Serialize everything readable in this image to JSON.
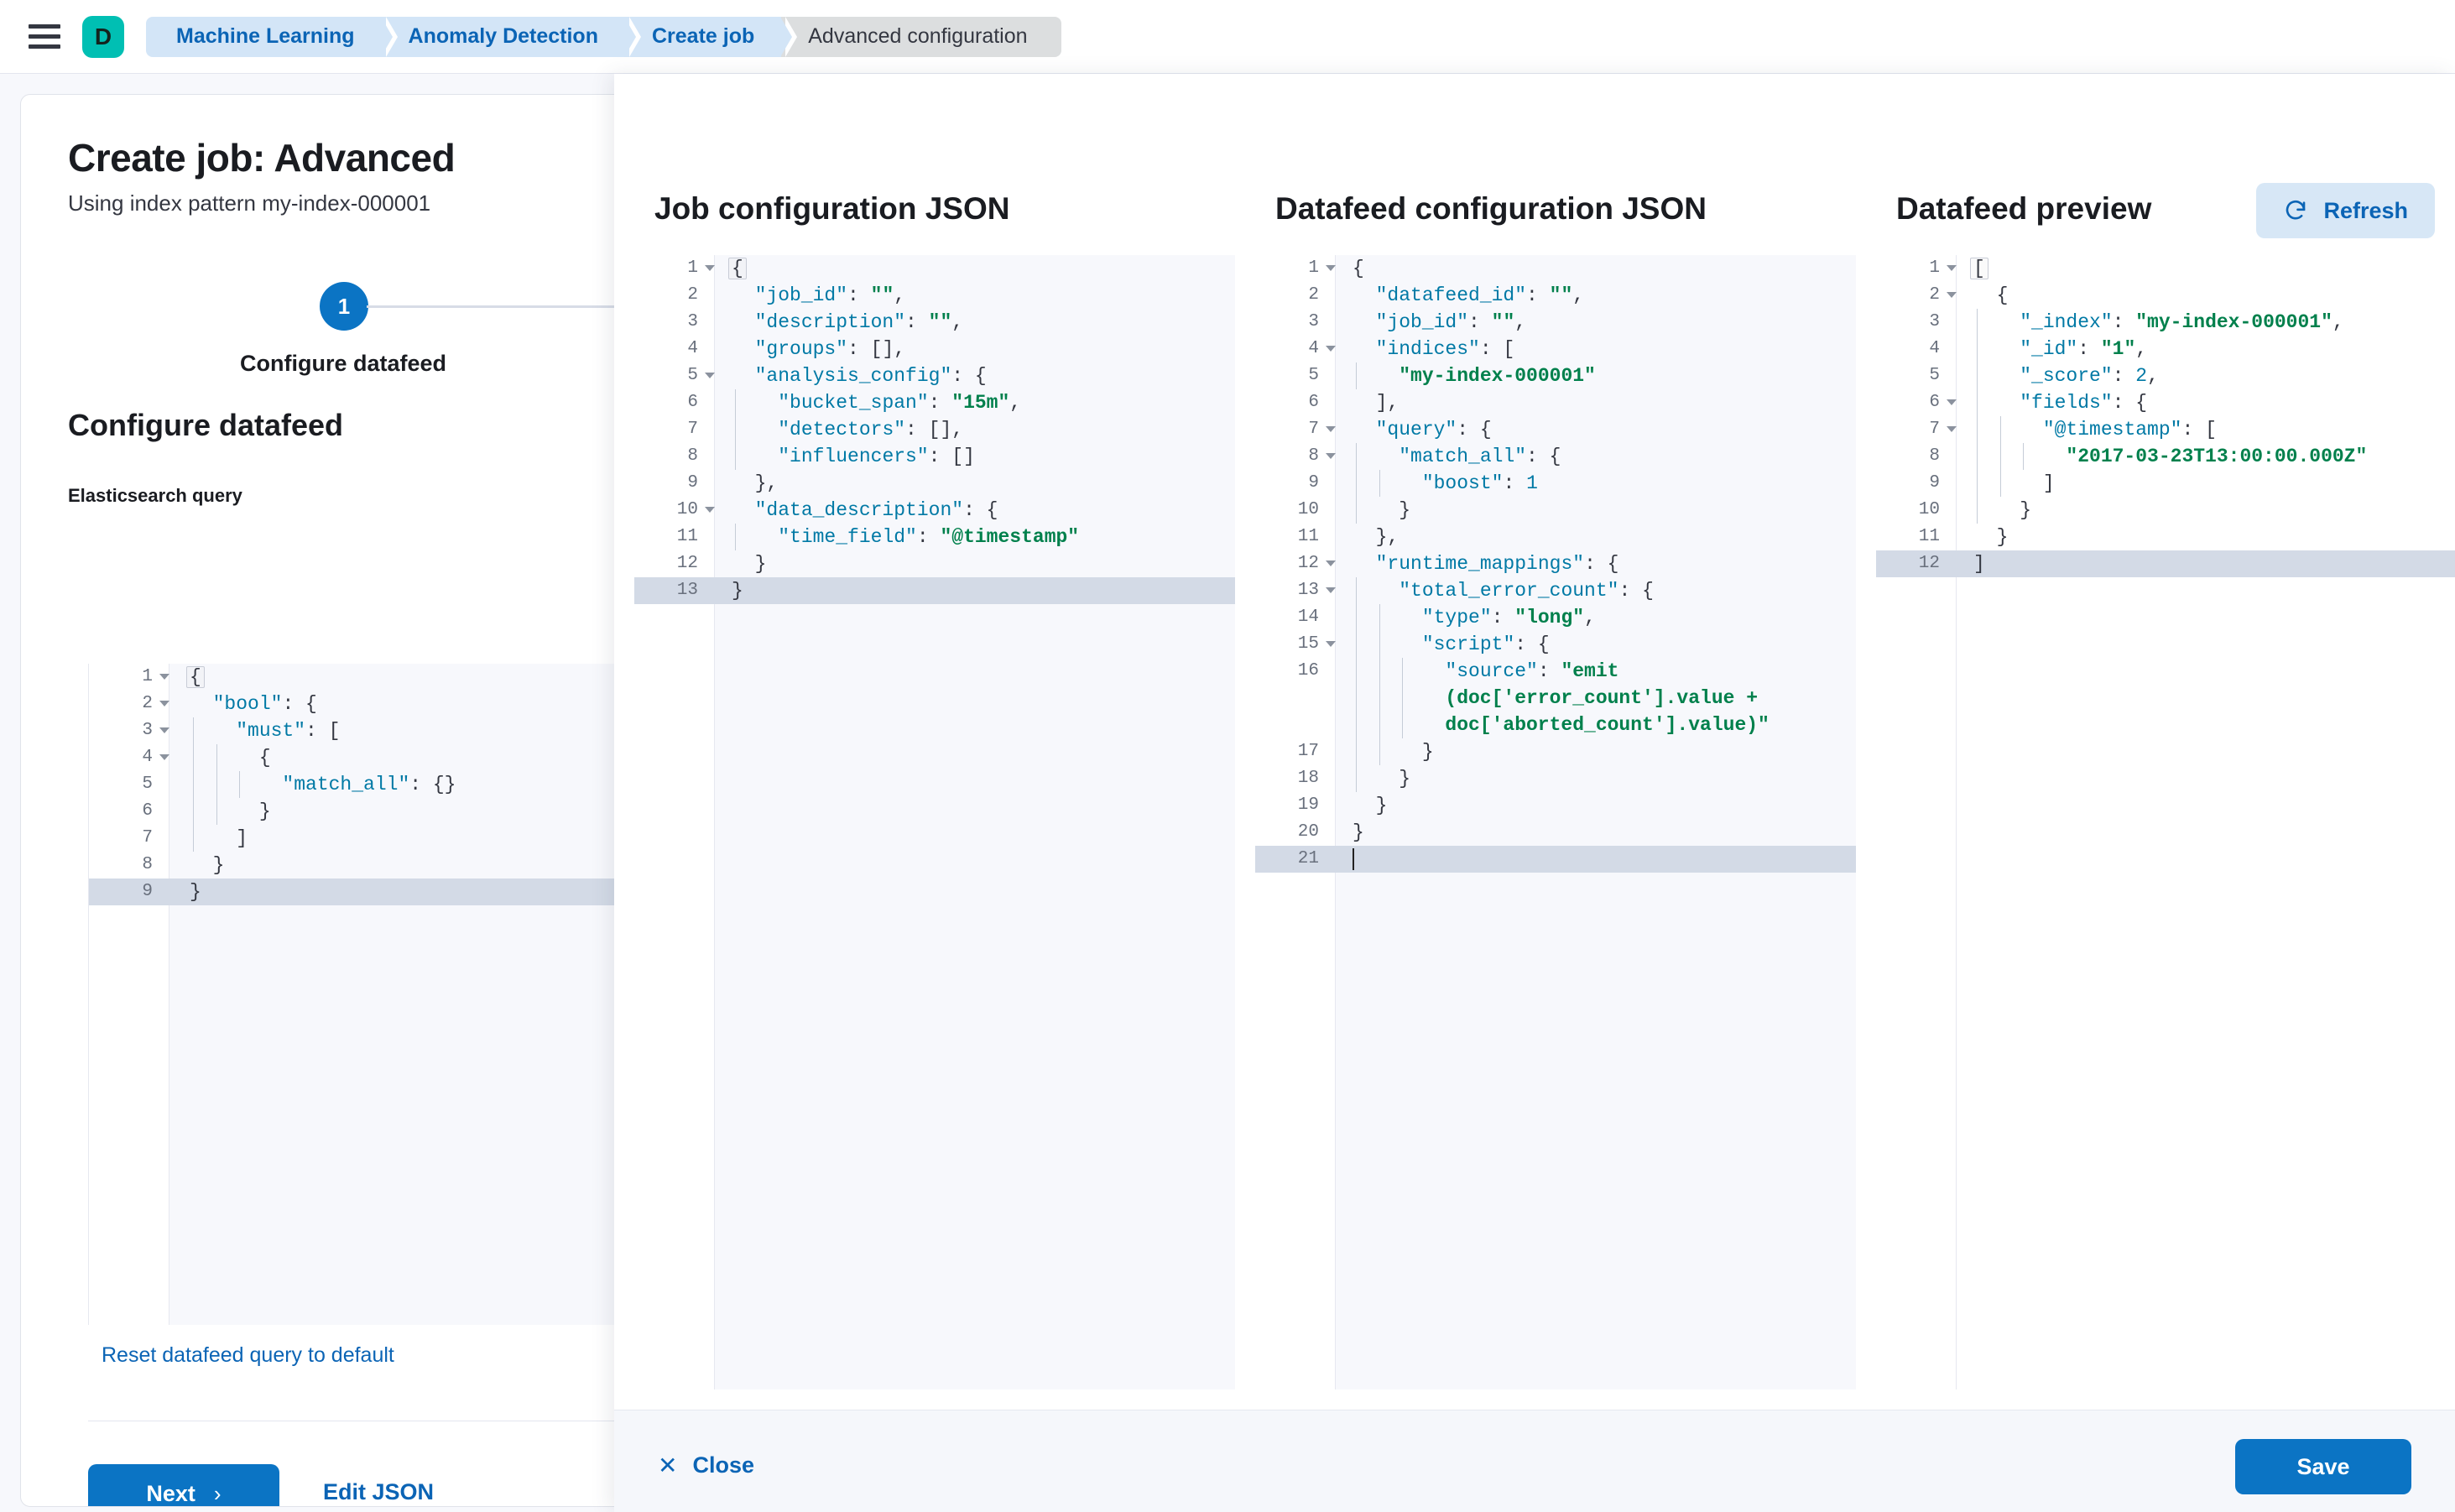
{
  "topbar": {
    "menu_icon": "hamburger-icon",
    "logo_letter": "D",
    "breadcrumbs": [
      {
        "label": "Machine Learning",
        "current": false
      },
      {
        "label": "Anomaly Detection",
        "current": false
      },
      {
        "label": "Create job",
        "current": false
      },
      {
        "label": "Advanced configuration",
        "current": true
      }
    ]
  },
  "page": {
    "title": "Create job: Advanced",
    "subtitle": "Using index pattern my-index-000001",
    "step_number": "1",
    "step_label": "Configure datafeed",
    "section_title": "Configure datafeed",
    "query_field_label": "Elasticsearch query",
    "reset_link": "Reset datafeed query to default",
    "next_label": "Next",
    "next_chevron": "›",
    "edit_json_label": "Edit JSON"
  },
  "flyout": {
    "close_label": "Close",
    "close_icon": "close-icon",
    "save_label": "Save",
    "refresh_label": "Refresh",
    "refresh_icon": "refresh-icon",
    "columns": [
      {
        "title": "Job configuration JSON"
      },
      {
        "title": "Datafeed configuration JSON"
      },
      {
        "title": "Datafeed preview"
      }
    ]
  },
  "editors": {
    "es_query": {
      "active_line": 9,
      "lines": [
        {
          "n": 1,
          "fold": true,
          "guides": 0,
          "html": "<span class=\"p\">{</span>",
          "firstbrace": true
        },
        {
          "n": 2,
          "fold": true,
          "guides": 0,
          "html": "  <span class=\"k\">\"bool\"</span><span class=\"p\">: {</span>"
        },
        {
          "n": 3,
          "fold": true,
          "guides": 1,
          "html": "    <span class=\"k\">\"must\"</span><span class=\"p\">: [</span>"
        },
        {
          "n": 4,
          "fold": true,
          "guides": 2,
          "html": "      <span class=\"p\">{</span>"
        },
        {
          "n": 5,
          "fold": false,
          "guides": 3,
          "html": "        <span class=\"k\">\"match_all\"</span><span class=\"p\">: {}</span>"
        },
        {
          "n": 6,
          "fold": false,
          "guides": 2,
          "html": "      <span class=\"p\">}</span>"
        },
        {
          "n": 7,
          "fold": false,
          "guides": 1,
          "html": "    <span class=\"p\">]</span>"
        },
        {
          "n": 8,
          "fold": false,
          "guides": 0,
          "html": "  <span class=\"p\">}</span>"
        },
        {
          "n": 9,
          "fold": false,
          "guides": 0,
          "html": "<span class=\"p\">}</span>"
        }
      ]
    },
    "job_config": {
      "active_line": 13,
      "lines": [
        {
          "n": 1,
          "fold": true,
          "guides": 0,
          "html": "<span class=\"p\">{</span>",
          "firstbrace": true
        },
        {
          "n": 2,
          "fold": false,
          "guides": 0,
          "html": "  <span class=\"k\">\"job_id\"</span><span class=\"p\">: </span><span class=\"s\">\"\"</span><span class=\"p\">,</span>"
        },
        {
          "n": 3,
          "fold": false,
          "guides": 0,
          "html": "  <span class=\"k\">\"description\"</span><span class=\"p\">: </span><span class=\"s\">\"\"</span><span class=\"p\">,</span>"
        },
        {
          "n": 4,
          "fold": false,
          "guides": 0,
          "html": "  <span class=\"k\">\"groups\"</span><span class=\"p\">: [],</span>"
        },
        {
          "n": 5,
          "fold": true,
          "guides": 0,
          "html": "  <span class=\"k\">\"analysis_config\"</span><span class=\"p\">: {</span>"
        },
        {
          "n": 6,
          "fold": false,
          "guides": 1,
          "html": "    <span class=\"k\">\"bucket_span\"</span><span class=\"p\">: </span><span class=\"s\">\"15m\"</span><span class=\"p\">,</span>"
        },
        {
          "n": 7,
          "fold": false,
          "guides": 1,
          "html": "    <span class=\"k\">\"detectors\"</span><span class=\"p\">: [],</span>"
        },
        {
          "n": 8,
          "fold": false,
          "guides": 1,
          "html": "    <span class=\"k\">\"influencers\"</span><span class=\"p\">: []</span>"
        },
        {
          "n": 9,
          "fold": false,
          "guides": 0,
          "html": "  <span class=\"p\">},</span>"
        },
        {
          "n": 10,
          "fold": true,
          "guides": 0,
          "html": "  <span class=\"k\">\"data_description\"</span><span class=\"p\">: {</span>"
        },
        {
          "n": 11,
          "fold": false,
          "guides": 1,
          "html": "    <span class=\"k\">\"time_field\"</span><span class=\"p\">: </span><span class=\"s\">\"@timestamp\"</span>"
        },
        {
          "n": 12,
          "fold": false,
          "guides": 0,
          "html": "  <span class=\"p\">}</span>"
        },
        {
          "n": 13,
          "fold": false,
          "guides": 0,
          "html": "<span class=\"p\">}</span>"
        }
      ]
    },
    "datafeed_config": {
      "active_line": 21,
      "lines": [
        {
          "n": 1,
          "fold": true,
          "guides": 0,
          "html": "<span class=\"p\">{</span>"
        },
        {
          "n": 2,
          "fold": false,
          "guides": 0,
          "html": "  <span class=\"k\">\"datafeed_id\"</span><span class=\"p\">: </span><span class=\"s\">\"\"</span><span class=\"p\">,</span>"
        },
        {
          "n": 3,
          "fold": false,
          "guides": 0,
          "html": "  <span class=\"k\">\"job_id\"</span><span class=\"p\">: </span><span class=\"s\">\"\"</span><span class=\"p\">,</span>"
        },
        {
          "n": 4,
          "fold": true,
          "guides": 0,
          "html": "  <span class=\"k\">\"indices\"</span><span class=\"p\">: [</span>"
        },
        {
          "n": 5,
          "fold": false,
          "guides": 1,
          "html": "    <span class=\"s\">\"my-index-000001\"</span>"
        },
        {
          "n": 6,
          "fold": false,
          "guides": 0,
          "html": "  <span class=\"p\">],</span>"
        },
        {
          "n": 7,
          "fold": true,
          "guides": 0,
          "html": "  <span class=\"k\">\"query\"</span><span class=\"p\">: {</span>"
        },
        {
          "n": 8,
          "fold": true,
          "guides": 1,
          "html": "    <span class=\"k\">\"match_all\"</span><span class=\"p\">: {</span>"
        },
        {
          "n": 9,
          "fold": false,
          "guides": 2,
          "html": "      <span class=\"k\">\"boost\"</span><span class=\"p\">: </span><span class=\"n\">1</span>"
        },
        {
          "n": 10,
          "fold": false,
          "guides": 1,
          "html": "    <span class=\"p\">}</span>"
        },
        {
          "n": 11,
          "fold": false,
          "guides": 0,
          "html": "  <span class=\"p\">},</span>"
        },
        {
          "n": 12,
          "fold": true,
          "guides": 0,
          "html": "  <span class=\"k\">\"runtime_mappings\"</span><span class=\"p\">: {</span>"
        },
        {
          "n": 13,
          "fold": true,
          "guides": 1,
          "html": "    <span class=\"k\">\"total_error_count\"</span><span class=\"p\">: {</span>"
        },
        {
          "n": 14,
          "fold": false,
          "guides": 2,
          "html": "      <span class=\"k\">\"type\"</span><span class=\"p\">: </span><span class=\"s\">\"long\"</span><span class=\"p\">,</span>"
        },
        {
          "n": 15,
          "fold": true,
          "guides": 2,
          "html": "      <span class=\"k\">\"script\"</span><span class=\"p\">: {</span>"
        },
        {
          "n": 16,
          "fold": false,
          "guides": 3,
          "wrap": true,
          "html": "        <span class=\"k\">\"source\"</span><span class=\"p\">: </span><span class=\"s\">\"emit</span>",
          "cont": [
            "<span class=\"s\">(doc['error_count'].value +</span>",
            "<span class=\"s\">doc['aborted_count'].value)\"</span>"
          ]
        },
        {
          "n": 17,
          "fold": false,
          "guides": 2,
          "html": "      <span class=\"p\">}</span>"
        },
        {
          "n": 18,
          "fold": false,
          "guides": 1,
          "html": "    <span class=\"p\">}</span>"
        },
        {
          "n": 19,
          "fold": false,
          "guides": 0,
          "html": "  <span class=\"p\">}</span>"
        },
        {
          "n": 20,
          "fold": false,
          "guides": 0,
          "html": "<span class=\"p\">}</span>"
        },
        {
          "n": 21,
          "fold": false,
          "guides": 0,
          "html": "",
          "caret": true
        }
      ]
    },
    "datafeed_preview": {
      "active_line": 12,
      "lines": [
        {
          "n": 1,
          "fold": true,
          "guides": 0,
          "html": "<span class=\"p\">[</span>",
          "firstbrace": true
        },
        {
          "n": 2,
          "fold": true,
          "guides": 0,
          "html": "  <span class=\"p\">{</span>"
        },
        {
          "n": 3,
          "fold": false,
          "guides": 1,
          "html": "    <span class=\"k\">\"_index\"</span><span class=\"p\">: </span><span class=\"s\">\"my-index-000001\"</span><span class=\"p\">,</span>"
        },
        {
          "n": 4,
          "fold": false,
          "guides": 1,
          "html": "    <span class=\"k\">\"_id\"</span><span class=\"p\">: </span><span class=\"s\">\"1\"</span><span class=\"p\">,</span>"
        },
        {
          "n": 5,
          "fold": false,
          "guides": 1,
          "html": "    <span class=\"k\">\"_score\"</span><span class=\"p\">: </span><span class=\"n\">2</span><span class=\"p\">,</span>"
        },
        {
          "n": 6,
          "fold": true,
          "guides": 1,
          "html": "    <span class=\"k\">\"fields\"</span><span class=\"p\">: {</span>"
        },
        {
          "n": 7,
          "fold": true,
          "guides": 2,
          "html": "      <span class=\"k\">\"@timestamp\"</span><span class=\"p\">: [</span>"
        },
        {
          "n": 8,
          "fold": false,
          "guides": 3,
          "html": "        <span class=\"s\">\"2017-03-23T13:00:00.000Z\"</span>"
        },
        {
          "n": 9,
          "fold": false,
          "guides": 2,
          "html": "      <span class=\"p\">]</span>"
        },
        {
          "n": 10,
          "fold": false,
          "guides": 1,
          "html": "    <span class=\"p\">}</span>"
        },
        {
          "n": 11,
          "fold": false,
          "guides": 0,
          "html": "  <span class=\"p\">}</span>"
        },
        {
          "n": 12,
          "fold": false,
          "guides": 0,
          "html": "<span class=\"p\">]</span>"
        }
      ]
    }
  },
  "colors": {
    "primary": "#0b74c4",
    "link": "#0b64b5",
    "logo": "#00bfb3",
    "breadcrumb": "#d3e5f7",
    "breadcrumb_current": "#dcdedf",
    "string": "#00804c",
    "key": "#0079a5",
    "active_line": "#d3dae6"
  }
}
